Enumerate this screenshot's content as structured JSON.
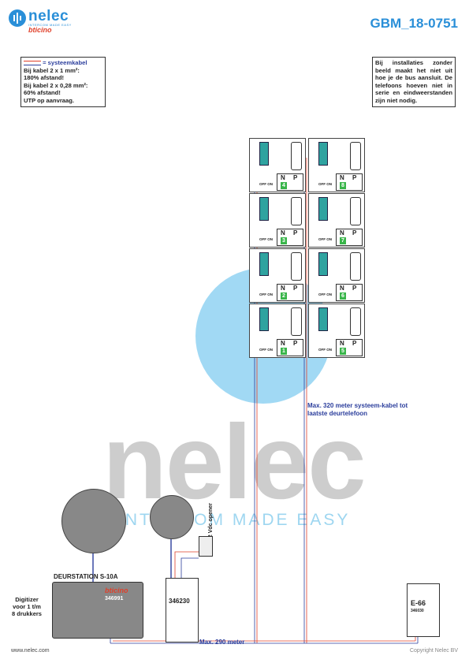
{
  "header": {
    "logo_name": "nelec",
    "logo_tagline": "INTERCOM MADE EASY",
    "logo_brand": "bticino",
    "doc_code": "GBM_18-0751"
  },
  "note_left": {
    "line1": "= systeemkabel",
    "line2": "Bij kabel 2 x 1 mm²:",
    "line3": "180% afstand!",
    "line4": "Bij kabel 2 x 0,28 mm²:",
    "line5": "60% afstand!",
    "line6": "UTP op aanvraag."
  },
  "note_right": {
    "text": "Bij installaties zonder beeld maakt het niet uit hoe je de bus aansluit. De telefoons hoeven niet in serie en eindweerstanden zijn niet nodig."
  },
  "extensions": [
    {
      "n": "N",
      "p": "P",
      "num": "4"
    },
    {
      "n": "N",
      "p": "P",
      "num": "8"
    },
    {
      "n": "N",
      "p": "P",
      "num": "3"
    },
    {
      "n": "N",
      "p": "P",
      "num": "7"
    },
    {
      "n": "N",
      "p": "P",
      "num": "2"
    },
    {
      "n": "N",
      "p": "P",
      "num": "6"
    },
    {
      "n": "N",
      "p": "P",
      "num": "1"
    },
    {
      "n": "N",
      "p": "P",
      "num": "5"
    }
  ],
  "ext_switch_label": "OFF ON",
  "labels": {
    "max320": "Max. 320 meter systeem-kabel tot laatste deurtelefoon",
    "max290": "Max. 290 meter",
    "deurstation": "DEURSTATION S-10A",
    "digitizer": "Digitizer voor 1 t/m 8 drukkers",
    "opener": "12 Vdc opener"
  },
  "door_station": {
    "brand": "bticino",
    "model": "346991"
  },
  "modules": {
    "power_supply": "346230",
    "e66_name": "E-66",
    "e66_code": "346030"
  },
  "watermark": {
    "text": "nelec",
    "tagline": "INTERCOM MADE EASY"
  },
  "footer": {
    "left": "www.nelec.com",
    "right": "Copyright Nelec BV"
  },
  "colors": {
    "brand_blue": "#2a8fd8",
    "brand_red": "#e0402a",
    "label_blue": "#2b3e9c",
    "terminal_teal": "#2fa3a0",
    "button_green": "#39b54a"
  }
}
